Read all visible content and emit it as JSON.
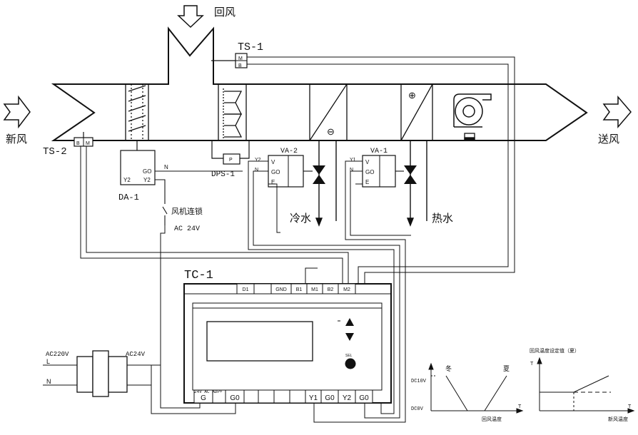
{
  "labels": {
    "return_air": "回风",
    "fresh_air": "新风",
    "supply_air": "送风",
    "ts1": "TS-1",
    "ts2": "TS-2",
    "da1": "DA-1",
    "dps1": "DPS-1",
    "va1": "VA-1",
    "va2": "VA-2",
    "tc1": "TC-1",
    "cold_water": "冷水",
    "hot_water": "热水",
    "fan_interlock": "风机连锁",
    "ac24v_interlock": "AC 24V",
    "ac220v": "AC220V",
    "ac24v": "AC24V",
    "line_l": "L",
    "line_n": "N"
  },
  "sensor_pins": {
    "ts1_top": "M",
    "ts1_bottom": "B",
    "ts2_left": "B",
    "ts2_right": "M",
    "dps_box": "P"
  },
  "da1_pins": {
    "y2_left": "Y2",
    "g0": "GO",
    "y2_right": "Y2",
    "n": "N"
  },
  "va2_pins": {
    "y2": "Y2",
    "n": "N",
    "v": "V",
    "g0": "GO",
    "e": "E"
  },
  "va1_pins": {
    "y1": "Y1",
    "n": "N",
    "v": "V",
    "g0": "GO",
    "e": "E"
  },
  "coil_marks": {
    "cooling": "⊖",
    "heating": "⊕"
  },
  "controller": {
    "top_terminals": [
      "D1",
      "",
      "GND",
      "B1",
      "M1",
      "B2",
      "M2"
    ],
    "bottom_left_label": "24V AC ADP+",
    "bottom_terminals": [
      "G",
      "",
      "G0",
      "",
      "",
      "",
      "",
      "Y1",
      "G0",
      "Y2",
      "G0"
    ],
    "set_button_label": "SEL"
  },
  "graph_left": {
    "y_top": "DC10V",
    "y_bottom": "DC0V",
    "winter": "冬",
    "summer": "夏",
    "x_axis_letter": "T",
    "x_label": "回风温度"
  },
  "graph_right": {
    "title": "回风温度设定值（夏）",
    "y_axis_letter": "T",
    "x_axis_letter": "T",
    "x_label": "新风温度"
  }
}
